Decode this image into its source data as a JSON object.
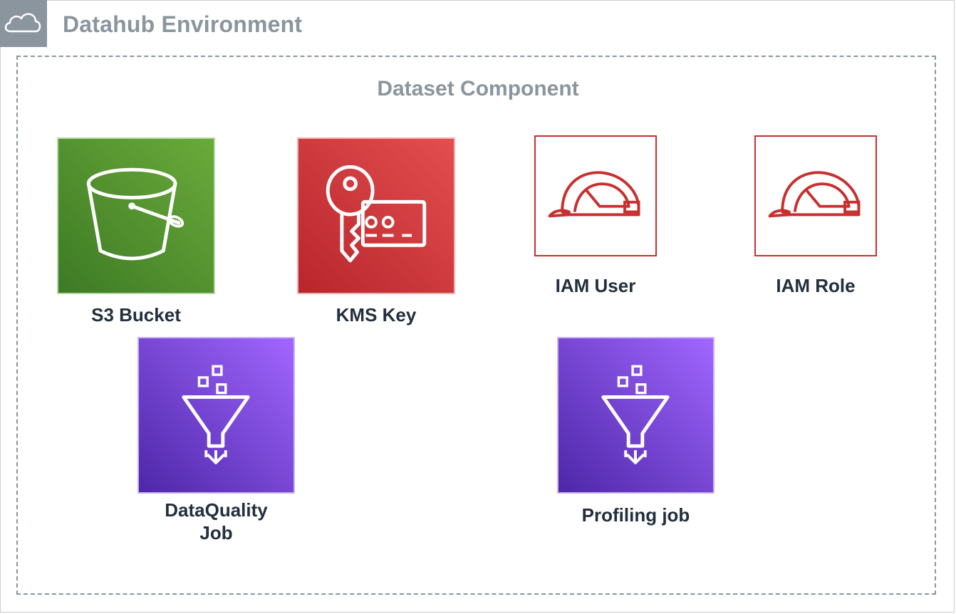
{
  "environment": {
    "title": "Datahub Environment",
    "icon": "cloud-icon"
  },
  "dataset_component": {
    "title": "Dataset Component",
    "resources": [
      {
        "label": "S3 Bucket",
        "icon": "s3-bucket-icon",
        "color": "#4d8c2f"
      },
      {
        "label": "KMS Key",
        "icon": "kms-key-icon",
        "color": "#d13c3c"
      },
      {
        "label": "IAM User",
        "icon": "iam-helmet-icon",
        "color": "#c7302f"
      },
      {
        "label": "IAM Role",
        "icon": "iam-helmet-icon",
        "color": "#c7302f"
      },
      {
        "label_line1": "DataQuality",
        "label_line2": "Job",
        "icon": "data-filter-funnel-icon",
        "color": "#7a3ee8"
      },
      {
        "label": "Profiling job",
        "icon": "data-filter-funnel-icon",
        "color": "#7a3ee8"
      }
    ]
  }
}
